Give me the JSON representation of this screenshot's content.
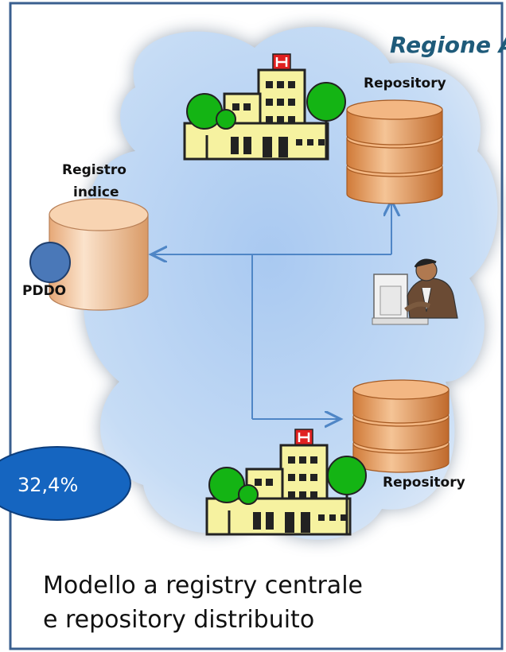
{
  "region_label": "Regione A",
  "repository_top_label": "Repository",
  "repository_bottom_label": "Repository",
  "registry_label_line1": "Registro",
  "registry_label_line2": "indice",
  "pddo_label": "PDDO",
  "percent_badge": "32,4%",
  "caption_line1": "Modello a registry centrale",
  "caption_line2": "e repository distribuito",
  "colors": {
    "frame": "#3a5f8f",
    "cloud": "#bcd6f3",
    "cylinder": "#e9b98d",
    "db_disk": "#d9894a",
    "badge": "#1565c0",
    "arrow": "#4f86c6",
    "region_text": "#1f5b7a",
    "tree": "#14b414",
    "building": "#f6f2a0"
  },
  "icons": {
    "hospital_top": "hospital-icon",
    "hospital_bottom": "hospital-icon",
    "person": "computer-user-icon"
  }
}
